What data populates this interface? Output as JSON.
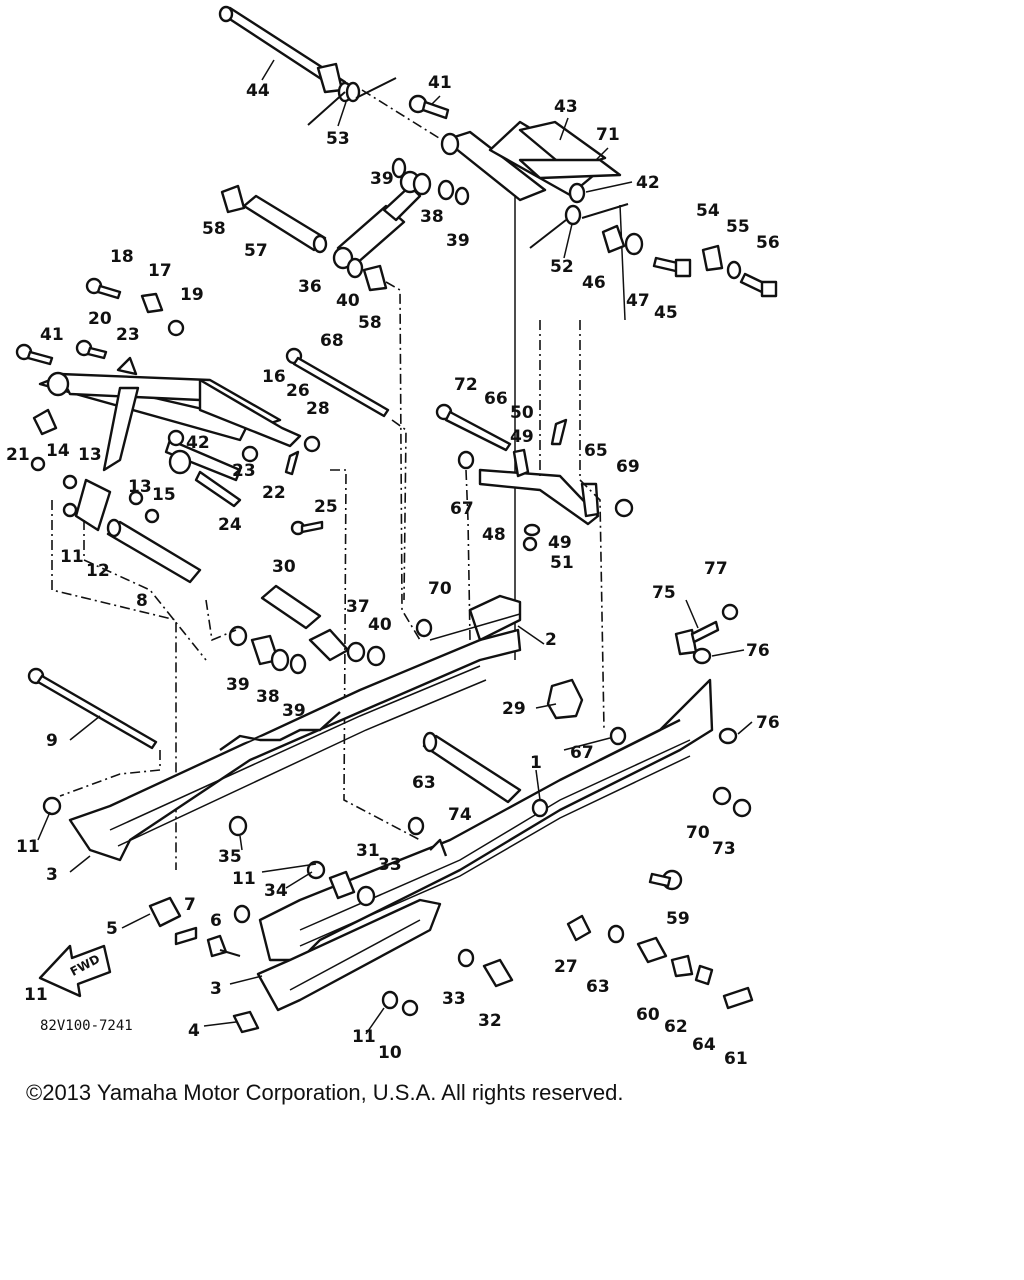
{
  "diagram": {
    "drawing_code": "82V100-7241",
    "forward_arrow_label": "FWD",
    "callouts": [
      {
        "num": "1"
      },
      {
        "num": "2"
      },
      {
        "num": "3"
      },
      {
        "num": "3"
      },
      {
        "num": "4"
      },
      {
        "num": "5"
      },
      {
        "num": "6"
      },
      {
        "num": "7"
      },
      {
        "num": "8"
      },
      {
        "num": "9"
      },
      {
        "num": "10"
      },
      {
        "num": "11"
      },
      {
        "num": "11"
      },
      {
        "num": "11"
      },
      {
        "num": "11"
      },
      {
        "num": "11"
      },
      {
        "num": "12"
      },
      {
        "num": "13"
      },
      {
        "num": "13"
      },
      {
        "num": "14"
      },
      {
        "num": "15"
      },
      {
        "num": "16"
      },
      {
        "num": "17"
      },
      {
        "num": "18"
      },
      {
        "num": "19"
      },
      {
        "num": "20"
      },
      {
        "num": "21"
      },
      {
        "num": "22"
      },
      {
        "num": "23"
      },
      {
        "num": "23"
      },
      {
        "num": "24"
      },
      {
        "num": "25"
      },
      {
        "num": "26"
      },
      {
        "num": "27"
      },
      {
        "num": "28"
      },
      {
        "num": "29"
      },
      {
        "num": "30"
      },
      {
        "num": "31"
      },
      {
        "num": "32"
      },
      {
        "num": "33"
      },
      {
        "num": "33"
      },
      {
        "num": "34"
      },
      {
        "num": "35"
      },
      {
        "num": "36"
      },
      {
        "num": "37"
      },
      {
        "num": "38"
      },
      {
        "num": "38"
      },
      {
        "num": "39"
      },
      {
        "num": "39"
      },
      {
        "num": "39"
      },
      {
        "num": "39"
      },
      {
        "num": "40"
      },
      {
        "num": "40"
      },
      {
        "num": "41"
      },
      {
        "num": "41"
      },
      {
        "num": "42"
      },
      {
        "num": "42"
      },
      {
        "num": "43"
      },
      {
        "num": "44"
      },
      {
        "num": "45"
      },
      {
        "num": "46"
      },
      {
        "num": "47"
      },
      {
        "num": "48"
      },
      {
        "num": "49"
      },
      {
        "num": "49"
      },
      {
        "num": "50"
      },
      {
        "num": "51"
      },
      {
        "num": "52"
      },
      {
        "num": "53"
      },
      {
        "num": "54"
      },
      {
        "num": "55"
      },
      {
        "num": "56"
      },
      {
        "num": "57"
      },
      {
        "num": "58"
      },
      {
        "num": "58"
      },
      {
        "num": "59"
      },
      {
        "num": "60"
      },
      {
        "num": "61"
      },
      {
        "num": "62"
      },
      {
        "num": "63"
      },
      {
        "num": "63"
      },
      {
        "num": "64"
      },
      {
        "num": "65"
      },
      {
        "num": "66"
      },
      {
        "num": "67"
      },
      {
        "num": "67"
      },
      {
        "num": "68"
      },
      {
        "num": "69"
      },
      {
        "num": "70"
      },
      {
        "num": "70"
      },
      {
        "num": "71"
      },
      {
        "num": "72"
      },
      {
        "num": "73"
      },
      {
        "num": "74"
      },
      {
        "num": "75"
      },
      {
        "num": "76"
      },
      {
        "num": "76"
      },
      {
        "num": "77"
      }
    ]
  },
  "copyright": "©2013 Yamaha Motor Corporation, U.S.A. All rights reserved."
}
